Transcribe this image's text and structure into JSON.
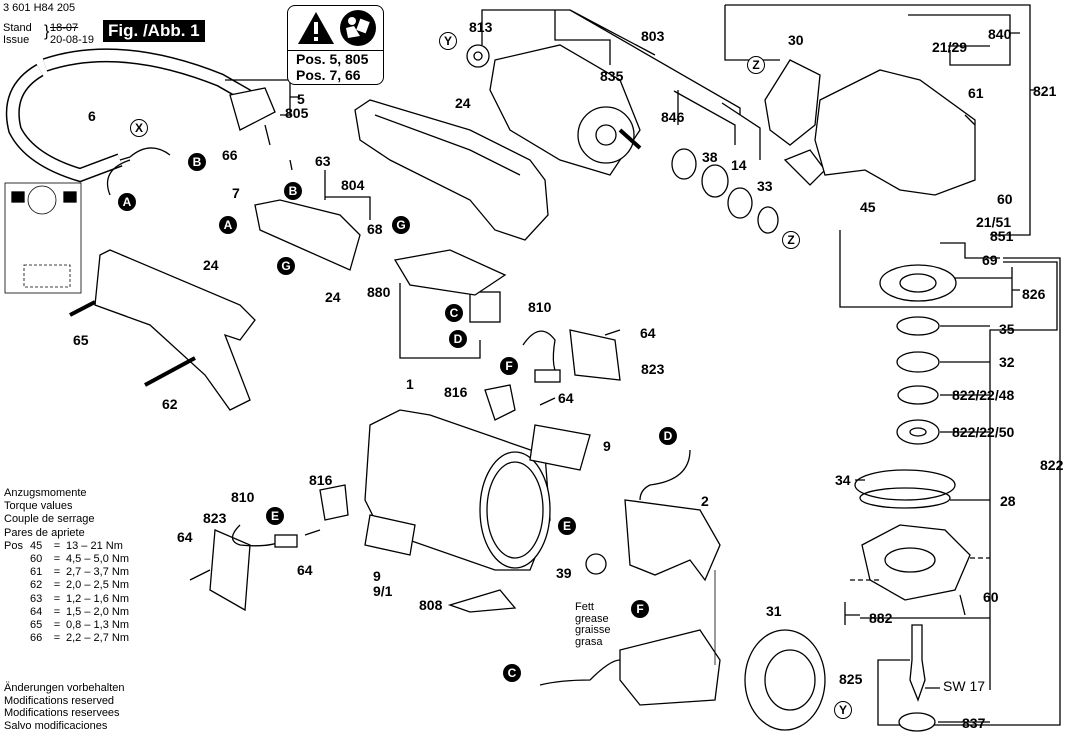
{
  "header": {
    "part_number": "3 601 H84 205",
    "stand_label": "Stand",
    "issue_label": "Issue",
    "old_date": "18-07",
    "issue_date": "20-08-19",
    "figure_label": "Fig. /Abb. 1"
  },
  "warning_box": {
    "icons": [
      "warning-triangle-icon",
      "read-manual-icon"
    ],
    "line1": "Pos. 5, 805",
    "line2": "Pos. 7, 66"
  },
  "torque_table": {
    "titles": [
      "Anzugsmomente",
      "Torque values",
      "Couple de serrage",
      "Pares de apriete"
    ],
    "pos_label": "Pos",
    "rows": [
      {
        "pos": "45",
        "eq": "=",
        "value": "13  – 21 Nm"
      },
      {
        "pos": "60",
        "eq": "=",
        "value": "4,5 – 5,0 Nm"
      },
      {
        "pos": "61",
        "eq": "=",
        "value": "2,7 – 3,7 Nm"
      },
      {
        "pos": "62",
        "eq": "=",
        "value": "2,0 – 2,5 Nm"
      },
      {
        "pos": "63",
        "eq": "=",
        "value": "1,2 – 1,6 Nm"
      },
      {
        "pos": "64",
        "eq": "=",
        "value": "1,5 – 2,0 Nm"
      },
      {
        "pos": "65",
        "eq": "=",
        "value": "0,8 – 1,3 Nm"
      },
      {
        "pos": "66",
        "eq": "=",
        "value": "2,2 – 2,7 Nm"
      }
    ]
  },
  "notes": [
    "Änderungen vorbehalten",
    "Modifications reserved",
    "Modifications reservees",
    "Salvo modificaciones"
  ],
  "grease_note": [
    "Fett",
    "grease",
    "graisse",
    "grasa"
  ],
  "sw_label": "SW 17",
  "part_labels": {
    "p5": "5",
    "p805": "805",
    "p6": "6",
    "p66": "66",
    "p63": "63",
    "p7": "7",
    "p804": "804",
    "p68": "68",
    "p24a": "24",
    "p24b": "24",
    "p24c": "24",
    "p880": "880",
    "p65": "65",
    "p62": "62",
    "p813": "813",
    "p803": "803",
    "p835": "835",
    "p846": "846",
    "p38": "38",
    "p14": "14",
    "p33": "33",
    "p30": "30",
    "p840": "840",
    "p21_29": "21/29",
    "p61": "61",
    "p821": "821",
    "p60a": "60",
    "p21_51": "21/51",
    "p851": "851",
    "p45": "45",
    "p69": "69",
    "p826": "826",
    "p35": "35",
    "p32": "32",
    "p822_22_48": "822/22/48",
    "p822_22_50": "822/22/50",
    "p822": "822",
    "p34": "34",
    "p28": "28",
    "p60b": "60",
    "p882": "882",
    "p825": "825",
    "p837": "837",
    "p810a": "810",
    "p64a": "64",
    "p823a": "823",
    "p816a": "816",
    "p64b": "64",
    "p1": "1",
    "p9a": "9",
    "p816b": "816",
    "p810b": "810",
    "p823b": "823",
    "p64c": "64",
    "p64d": "64",
    "p9b": "9",
    "p9_1": "9/1",
    "p808": "808",
    "p39": "39",
    "p2": "2",
    "p31": "31"
  },
  "connectors": {
    "A": "A",
    "B": "B",
    "C": "C",
    "D": "D",
    "E": "E",
    "F": "F",
    "G": "G",
    "X": "X",
    "Y": "Y",
    "Z": "Z"
  }
}
